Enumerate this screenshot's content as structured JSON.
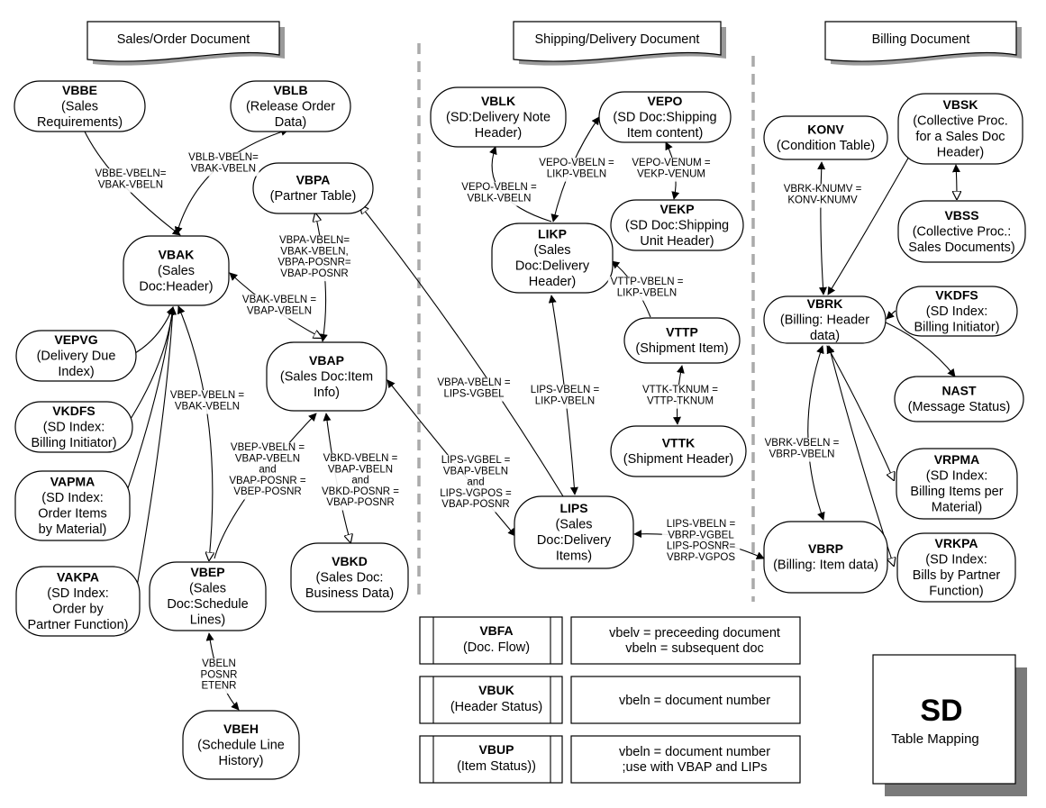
{
  "sections": [
    {
      "id": "sales",
      "label": "Sales/Order Document"
    },
    {
      "id": "shipping",
      "label": "Shipping/Delivery Document"
    },
    {
      "id": "billing",
      "label": "Billing Document"
    }
  ],
  "nodes": [
    {
      "id": "VBBE",
      "title": "VBBE",
      "lines": [
        "(Sales",
        "Requirements)"
      ]
    },
    {
      "id": "VBLB",
      "title": "VBLB",
      "lines": [
        "(Release Order",
        "Data)"
      ]
    },
    {
      "id": "VBPA",
      "title": "VBPA",
      "lines": [
        "(Partner Table)"
      ]
    },
    {
      "id": "VBAK",
      "title": "VBAK",
      "lines": [
        "(Sales",
        "Doc:Header)"
      ]
    },
    {
      "id": "VEPVG",
      "title": "VEPVG",
      "lines": [
        "(Delivery Due",
        "Index)"
      ]
    },
    {
      "id": "VKDFS1",
      "title": "VKDFS",
      "lines": [
        "(SD Index:",
        "Billing Initiator)"
      ]
    },
    {
      "id": "VAPMA",
      "title": "VAPMA",
      "lines": [
        "(SD Index:",
        "Order Items",
        "by Material)"
      ]
    },
    {
      "id": "VAKPA",
      "title": "VAKPA",
      "lines": [
        "(SD Index:",
        "Order by",
        "Partner Function)"
      ]
    },
    {
      "id": "VBAP",
      "title": "VBAP",
      "lines": [
        "(Sales Doc:Item",
        "Info)"
      ]
    },
    {
      "id": "VBEP",
      "title": "VBEP",
      "lines": [
        "(Sales",
        "Doc:Schedule",
        "Lines)"
      ]
    },
    {
      "id": "VBKD",
      "title": "VBKD",
      "lines": [
        "(Sales Doc:",
        "Business Data)"
      ]
    },
    {
      "id": "VBEH",
      "title": "VBEH",
      "lines": [
        "(Schedule Line",
        "History)"
      ]
    },
    {
      "id": "VBLK",
      "title": "VBLK",
      "lines": [
        "(SD:Delivery Note",
        "Header)"
      ]
    },
    {
      "id": "VEPO",
      "title": "VEPO",
      "lines": [
        "(SD Doc:Shipping",
        "Item content)"
      ]
    },
    {
      "id": "VEKP",
      "title": "VEKP",
      "lines": [
        "(SD Doc:Shipping",
        "Unit Header)"
      ]
    },
    {
      "id": "LIKP",
      "title": "LIKP",
      "lines": [
        "(Sales",
        "Doc:Delivery",
        "Header)"
      ]
    },
    {
      "id": "VTTP",
      "title": "VTTP",
      "lines": [
        "(Shipment Item)"
      ]
    },
    {
      "id": "VTTK",
      "title": "VTTK",
      "lines": [
        "(Shipment Header)"
      ]
    },
    {
      "id": "LIPS",
      "title": "LIPS",
      "lines": [
        "(Sales",
        "Doc:Delivery",
        "Items)"
      ]
    },
    {
      "id": "KONV",
      "title": "KONV",
      "lines": [
        "(Condition Table)"
      ]
    },
    {
      "id": "VBSK",
      "title": "VBSK",
      "lines": [
        "(Collective Proc.",
        "for a Sales Doc",
        "Header)"
      ]
    },
    {
      "id": "VBSS",
      "title": "VBSS",
      "lines": [
        "(Collective Proc.:",
        "Sales Documents)"
      ]
    },
    {
      "id": "VBRK",
      "title": "VBRK",
      "lines": [
        "(Billing: Header",
        "data)"
      ]
    },
    {
      "id": "VKDFS2",
      "title": "VKDFS",
      "lines": [
        "(SD Index:",
        "Billing Initiator)"
      ]
    },
    {
      "id": "NAST",
      "title": "NAST",
      "lines": [
        "(Message Status)"
      ]
    },
    {
      "id": "VRPMA",
      "title": "VRPMA",
      "lines": [
        "(SD Index:",
        "Billing Items per",
        "Material)"
      ]
    },
    {
      "id": "VBRP",
      "title": "VBRP",
      "lines": [
        "(Billing: Item data)"
      ]
    },
    {
      "id": "VRKPA",
      "title": "VRKPA",
      "lines": [
        "(SD Index:",
        "Bills by Partner",
        "Function)"
      ]
    }
  ],
  "edge_labels": [
    {
      "id": "vbbe-vbak",
      "lines": [
        "VBBE-VBELN=",
        "VBAK-VBELN"
      ]
    },
    {
      "id": "vblb-vbak",
      "lines": [
        "VBLB-VBELN=",
        "VBAK-VBELN"
      ]
    },
    {
      "id": "vbpa-vbap",
      "lines": [
        "VBPA-VBELN=",
        "VBAK-VBELN,",
        "VBPA-POSNR=",
        "VBAP-POSNR"
      ]
    },
    {
      "id": "vbak-vbap",
      "lines": [
        "VBAK-VBELN =",
        "VBAP-VBELN"
      ]
    },
    {
      "id": "vbep-vbak",
      "lines": [
        "VBEP-VBELN =",
        "VBAK-VBELN"
      ]
    },
    {
      "id": "vbep-vbap",
      "lines": [
        "VBEP-VBELN =",
        "VBAP-VBELN",
        "and",
        "VBAP-POSNR =",
        "VBEP-POSNR"
      ]
    },
    {
      "id": "vbkd-vbap",
      "lines": [
        "VBKD-VBELN =",
        "VBAP-VBELN",
        "and",
        "VBKD-POSNR =",
        "VBAP-POSNR"
      ]
    },
    {
      "id": "vbeh-vbep",
      "lines": [
        "VBELN",
        "POSNR",
        "ETENR"
      ]
    },
    {
      "id": "vbpa-lips",
      "lines": [
        "VBPA-VBELN =",
        "LIPS-VGBEL"
      ]
    },
    {
      "id": "lips-vbap",
      "lines": [
        "LIPS-VGBEL =",
        "VBAP-VBELN",
        "and",
        "LIPS-VGPOS =",
        "VBAP-POSNR"
      ]
    },
    {
      "id": "vepo-vblk",
      "lines": [
        "VEPO-VBELN =",
        "VBLK-VBELN"
      ]
    },
    {
      "id": "vepo-likp",
      "lines": [
        "VEPO-VBELN =",
        "LIKP-VBELN"
      ]
    },
    {
      "id": "vepo-vekp",
      "lines": [
        "VEPO-VENUM =",
        "VEKP-VENUM"
      ]
    },
    {
      "id": "vttp-likp",
      "lines": [
        "VTTP-VBELN =",
        "LIKP-VBELN"
      ]
    },
    {
      "id": "lips-likp",
      "lines": [
        "LIPS-VBELN =",
        "LIKP-VBELN"
      ]
    },
    {
      "id": "vttk-vttp",
      "lines": [
        "VTTK-TKNUM =",
        "VTTP-TKNUM"
      ]
    },
    {
      "id": "lips-vbrp",
      "lines": [
        "LIPS-VBELN =",
        "VBRP-VGBEL",
        "LIPS-POSNR=",
        "VBRP-VGPOS"
      ]
    },
    {
      "id": "vbrk-konv",
      "lines": [
        "VBRK-KNUMV =",
        "KONV-KNUMV"
      ]
    },
    {
      "id": "vbrk-vbrp",
      "lines": [
        "VBRK-VBELN =",
        "VBRP-VBELN"
      ]
    }
  ],
  "legend": [
    {
      "id": "vbfa",
      "title": "VBFA",
      "sub": "(Doc. Flow)",
      "desc": [
        "vbelv = preceeding document",
        "vbeln = subsequent doc"
      ]
    },
    {
      "id": "vbuk",
      "title": "VBUK",
      "sub": "(Header Status)",
      "desc": [
        "vbeln = document number"
      ]
    },
    {
      "id": "vbup",
      "title": "VBUP",
      "sub": "(Item Status))",
      "desc": [
        "vbeln = document number",
        ";use with VBAP and LIPs"
      ]
    }
  ],
  "badge": {
    "title": "SD",
    "subtitle": "Table Mapping"
  }
}
